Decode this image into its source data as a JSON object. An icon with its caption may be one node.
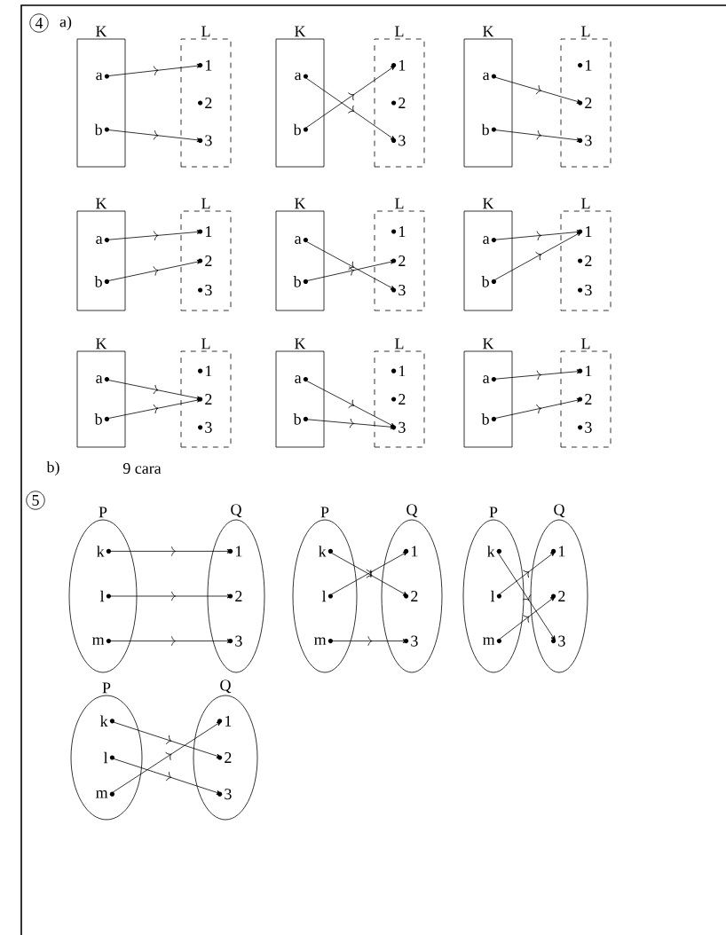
{
  "diagram": {
    "nodes": [
      {
        "text": [
          "K"
        ]
      },
      {
        "text": [
          "a"
        ],
        "in": 0
      },
      {
        "text": [
          "b"
        ],
        "in": 0
      },
      {
        "text": [
          "L"
        ]
      },
      {
        "text": [
          "1"
        ],
        "in": 3
      },
      {
        "text": [
          "2"
        ],
        "in": 3
      },
      {
        "text": [
          "3"
        ],
        "in": 3
      },
      {
        "text": [
          "K"
        ]
      },
      {
        "text": [
          "a"
        ],
        "in": 7
      },
      {
        "text": [
          "b"
        ],
        "in": 7
      },
      {
        "text": [
          "L"
        ]
      },
      {
        "text": [
          "1"
        ],
        "in": 10
      },
      {
        "text": [
          "2"
        ],
        "in": 10
      },
      {
        "text": [
          "3"
        ],
        "in": 10
      },
      {
        "text": [
          "K"
        ]
      },
      {
        "text": [
          "a"
        ],
        "in": 14
      },
      {
        "text": [
          "b"
        ],
        "in": 14
      },
      {
        "text": [
          "L"
        ]
      },
      {
        "text": [
          "1"
        ],
        "in": 17
      },
      {
        "text": [
          "2"
        ],
        "in": 17
      },
      {
        "text": [
          "3"
        ],
        "in": 17
      },
      {
        "text": [
          "K"
        ]
      },
      {
        "text": [
          "a"
        ],
        "in": 21
      },
      {
        "text": [
          "b"
        ],
        "in": 21
      },
      {
        "text": [
          "L"
        ]
      },
      {
        "text": [
          "1"
        ],
        "in": 24
      },
      {
        "text": [
          "2"
        ],
        "in": 24
      },
      {
        "text": [
          "3"
        ],
        "in": 24
      },
      {
        "text": [
          "K"
        ]
      },
      {
        "text": [
          "a"
        ],
        "in": 28
      },
      {
        "text": [
          "b"
        ],
        "in": 28
      },
      {
        "text": [
          "L"
        ]
      },
      {
        "text": [
          "1"
        ],
        "in": 31
      },
      {
        "text": [
          "2"
        ],
        "in": 31
      },
      {
        "text": [
          "3"
        ],
        "in": 31
      },
      {
        "text": [
          "K"
        ]
      },
      {
        "text": [
          "a"
        ],
        "in": 35
      },
      {
        "text": [
          "b"
        ],
        "in": 35
      },
      {
        "text": [
          "L"
        ]
      },
      {
        "text": [
          "1"
        ],
        "in": 38
      },
      {
        "text": [
          "2"
        ],
        "in": 38
      },
      {
        "text": [
          "3"
        ],
        "in": 38
      },
      {
        "text": [
          "K"
        ]
      },
      {
        "text": [
          "a"
        ],
        "in": 42
      },
      {
        "text": [
          "b"
        ],
        "in": 42
      },
      {
        "text": [
          "L"
        ]
      },
      {
        "text": [
          "1"
        ],
        "in": 45
      },
      {
        "text": [
          "2"
        ],
        "in": 45
      },
      {
        "text": [
          "3"
        ],
        "in": 45
      },
      {
        "text": [
          "K"
        ]
      },
      {
        "text": [
          "a"
        ],
        "in": 49
      },
      {
        "text": [
          "b"
        ],
        "in": 49
      },
      {
        "text": [
          "L"
        ]
      },
      {
        "text": [
          "1"
        ],
        "in": 52
      },
      {
        "text": [
          "2"
        ],
        "in": 52
      },
      {
        "text": [
          "3"
        ],
        "in": 52
      },
      {
        "text": [
          "K"
        ]
      },
      {
        "text": [
          "a"
        ],
        "in": 56
      },
      {
        "text": [
          "b"
        ],
        "in": 56
      },
      {
        "text": [
          "L"
        ]
      },
      {
        "text": [
          "1"
        ],
        "in": 59
      },
      {
        "text": [
          "2"
        ],
        "in": 59
      },
      {
        "text": [
          "3"
        ],
        "in": 59
      },
      {
        "text": [
          "P"
        ]
      },
      {
        "text": [
          "k"
        ],
        "in": 63
      },
      {
        "text": [
          "l"
        ],
        "in": 63
      },
      {
        "text": [
          "m"
        ],
        "in": 63
      },
      {
        "text": [
          "Q"
        ]
      },
      {
        "text": [
          "1"
        ],
        "in": 67
      },
      {
        "text": [
          "2"
        ],
        "in": 67
      },
      {
        "text": [
          "3"
        ],
        "in": 67
      },
      {
        "text": [
          "P"
        ]
      },
      {
        "text": [
          "k"
        ],
        "in": 71
      },
      {
        "text": [
          "l"
        ],
        "in": 71
      },
      {
        "text": [
          "m"
        ],
        "in": 71
      },
      {
        "text": [
          "Q"
        ]
      },
      {
        "text": [
          "1"
        ],
        "in": 75
      },
      {
        "text": [
          "2"
        ],
        "in": 75
      },
      {
        "text": [
          "3"
        ],
        "in": 75
      },
      {
        "text": [
          "P"
        ]
      },
      {
        "text": [
          "k"
        ],
        "in": 79
      },
      {
        "text": [
          "l"
        ],
        "in": 79
      },
      {
        "text": [
          "m"
        ],
        "in": 79
      },
      {
        "text": [
          "Q"
        ]
      },
      {
        "text": [
          "1"
        ],
        "in": 83
      },
      {
        "text": [
          "2"
        ],
        "in": 83
      },
      {
        "text": [
          "3"
        ],
        "in": 83
      },
      {
        "text": [
          "P"
        ]
      },
      {
        "text": [
          "k"
        ],
        "in": 87
      },
      {
        "text": [
          "l"
        ],
        "in": 87
      },
      {
        "text": [
          "m"
        ],
        "in": 87
      },
      {
        "text": [
          "Q"
        ]
      },
      {
        "text": [
          "1"
        ],
        "in": 91
      },
      {
        "text": [
          "2"
        ],
        "in": 91
      },
      {
        "text": [
          "3"
        ],
        "in": 91
      }
    ],
    "edges": [
      {
        "from": 1,
        "to": 4,
        "arrow": "to"
      },
      {
        "from": 2,
        "to": 6,
        "arrow": "to"
      },
      {
        "from": 8,
        "to": 13,
        "arrow": "to"
      },
      {
        "from": 9,
        "to": 11,
        "arrow": "to"
      },
      {
        "from": 15,
        "to": 19,
        "arrow": "to"
      },
      {
        "from": 16,
        "to": 20,
        "arrow": "to"
      },
      {
        "from": 22,
        "to": 25,
        "arrow": "to"
      },
      {
        "from": 23,
        "to": 26,
        "arrow": "to"
      },
      {
        "from": 29,
        "to": 34,
        "arrow": "to"
      },
      {
        "from": 30,
        "to": 33,
        "arrow": "to"
      },
      {
        "from": 36,
        "to": 39,
        "arrow": "to"
      },
      {
        "from": 37,
        "to": 39,
        "arrow": "to"
      },
      {
        "from": 43,
        "to": 47,
        "arrow": "to"
      },
      {
        "from": 44,
        "to": 47,
        "arrow": "to"
      },
      {
        "from": 50,
        "to": 55,
        "arrow": "to"
      },
      {
        "from": 51,
        "to": 55,
        "arrow": "to"
      },
      {
        "from": 57,
        "to": 60,
        "arrow": "to"
      },
      {
        "from": 58,
        "to": 61,
        "arrow": "to"
      },
      {
        "from": 64,
        "to": 68,
        "arrow": "to"
      },
      {
        "from": 65,
        "to": 69,
        "arrow": "to"
      },
      {
        "from": 66,
        "to": 70,
        "arrow": "to"
      },
      {
        "from": 72,
        "to": 77,
        "arrow": "to"
      },
      {
        "from": 73,
        "to": 76,
        "arrow": "to"
      },
      {
        "from": 74,
        "to": 78,
        "arrow": "to"
      },
      {
        "from": 80,
        "to": 86,
        "arrow": "to"
      },
      {
        "from": 81,
        "to": 84,
        "arrow": "to"
      },
      {
        "from": 82,
        "to": 85,
        "arrow": "to"
      },
      {
        "from": 88,
        "to": 93,
        "arrow": "to"
      },
      {
        "from": 89,
        "to": 94,
        "arrow": "to"
      },
      {
        "from": 90,
        "to": 92,
        "arrow": "to"
      }
    ],
    "labels": [
      "4",
      "a)",
      "b)",
      "9 cara",
      "5"
    ]
  }
}
